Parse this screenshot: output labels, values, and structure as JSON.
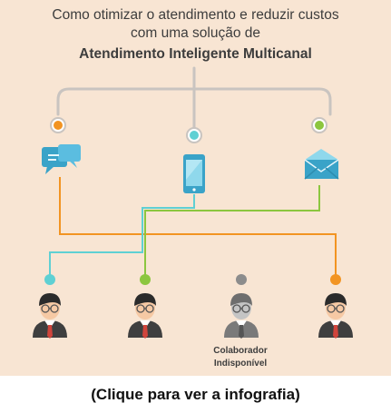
{
  "title": {
    "line1": "Como otimizar o atendimento e reduzir custos",
    "line2": "com uma solução de",
    "line3": "Atendimento Inteligente Multicanal"
  },
  "channels": [
    {
      "name": "chat",
      "icon": "chat-bubbles-icon",
      "color": "#f29422"
    },
    {
      "name": "mobile",
      "icon": "smartphone-icon",
      "color": "#5fd0d3"
    },
    {
      "name": "email",
      "icon": "envelope-icon",
      "color": "#8cc63f"
    }
  ],
  "agents": [
    {
      "status_color": "#5fd0d3",
      "available": true
    },
    {
      "status_color": "#8cc63f",
      "available": true
    },
    {
      "status_color": "#8c8c8c",
      "available": false,
      "caption": [
        "Colaborador",
        "Indisponível"
      ]
    },
    {
      "status_color": "#f29422",
      "available": true
    }
  ],
  "colors": {
    "background": "#f8e5d3",
    "tree_lines": "#c9c4c0",
    "orange": "#f29422",
    "teal": "#5fd0d3",
    "green": "#8cc63f",
    "gray": "#8c8c8c",
    "icon_blue": "#3aa3c8"
  },
  "footer": {
    "link_text": "(Clique para ver a infografia)"
  }
}
